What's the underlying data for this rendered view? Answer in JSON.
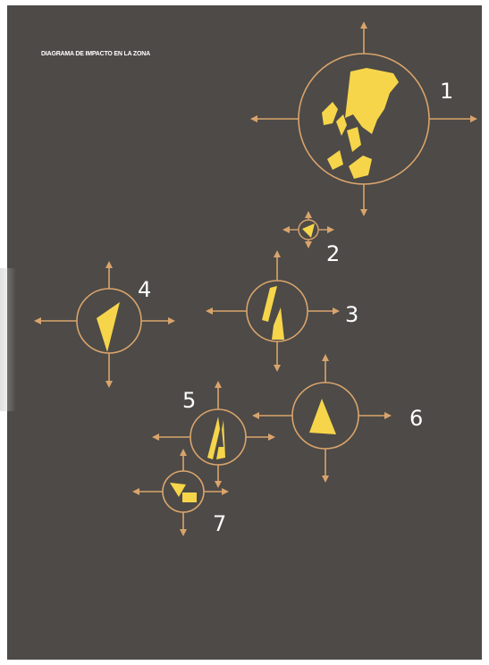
{
  "title": "DIAGRAMA DE IMPACTO EN LA ZONA",
  "colors": {
    "background": "#4d4a47",
    "circle_stroke": "#d9a46c",
    "arrow": "#d9a46c",
    "shape_fill": "#f6d54a",
    "label": "#ffffff"
  },
  "zones": [
    {
      "label": "1"
    },
    {
      "label": "2"
    },
    {
      "label": "3"
    },
    {
      "label": "4"
    },
    {
      "label": "5"
    },
    {
      "label": "6"
    },
    {
      "label": "7"
    }
  ]
}
